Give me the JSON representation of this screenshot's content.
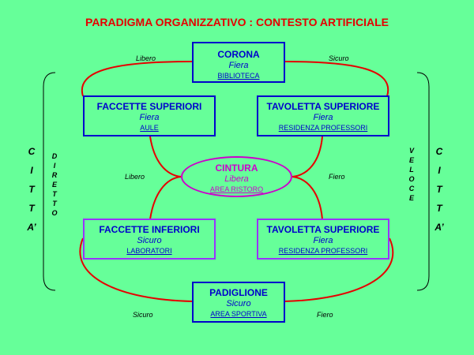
{
  "title": "PARADIGMA ORGANIZZATIVO : CONTESTO ARTIFICIALE",
  "nodes": {
    "corona": {
      "name": "CORONA",
      "attr": "Fiera",
      "place": "BIBLIOTECA"
    },
    "faccette_superiori": {
      "name": "FACCETTE SUPERIORI",
      "attr": "Fiera",
      "place": "AULE"
    },
    "tavoletta_superiore_top": {
      "name": "TAVOLETTA SUPERIORE",
      "attr": "Fiera",
      "place": "RESIDENZA PROFESSORI"
    },
    "cintura": {
      "name": "CINTURA",
      "attr": "Libera",
      "place": "AREA RISTORO"
    },
    "faccette_inferiori": {
      "name": "FACCETTE INFERIORI",
      "attr": "Sicuro",
      "place": "LABORATORI"
    },
    "tavoletta_superiore_bottom": {
      "name": "TAVOLETTA SUPERIORE",
      "attr": "Fiera",
      "place": "RESIDENZA PROFESSORI"
    },
    "padiglione": {
      "name": "PADIGLIONE",
      "attr": "Sicuro",
      "place": "AREA SPORTIVA"
    }
  },
  "edge_labels": {
    "top_left": "Libero",
    "top_right": "Sicuro",
    "mid_left": "Libero",
    "mid_right": "Fiero",
    "bottom_left": "Sicuro",
    "bottom_right": "Fiero"
  },
  "side_text": {
    "left_citta": [
      "C",
      "I",
      "T",
      "T",
      "A’"
    ],
    "diretto": [
      "D",
      "I",
      "R",
      "E",
      "T",
      "T",
      "O"
    ],
    "veloce": [
      "V",
      "E",
      "L",
      "O",
      "C",
      "E"
    ],
    "right_citta": [
      "C",
      "I",
      "T",
      "T",
      "A’"
    ]
  },
  "colors": {
    "background": "#66ff99",
    "title": "#e60000",
    "connector": "#e60000",
    "node_border_blue": "#0000cc",
    "node_border_purple": "#9933ff",
    "center": "#cc00cc"
  }
}
